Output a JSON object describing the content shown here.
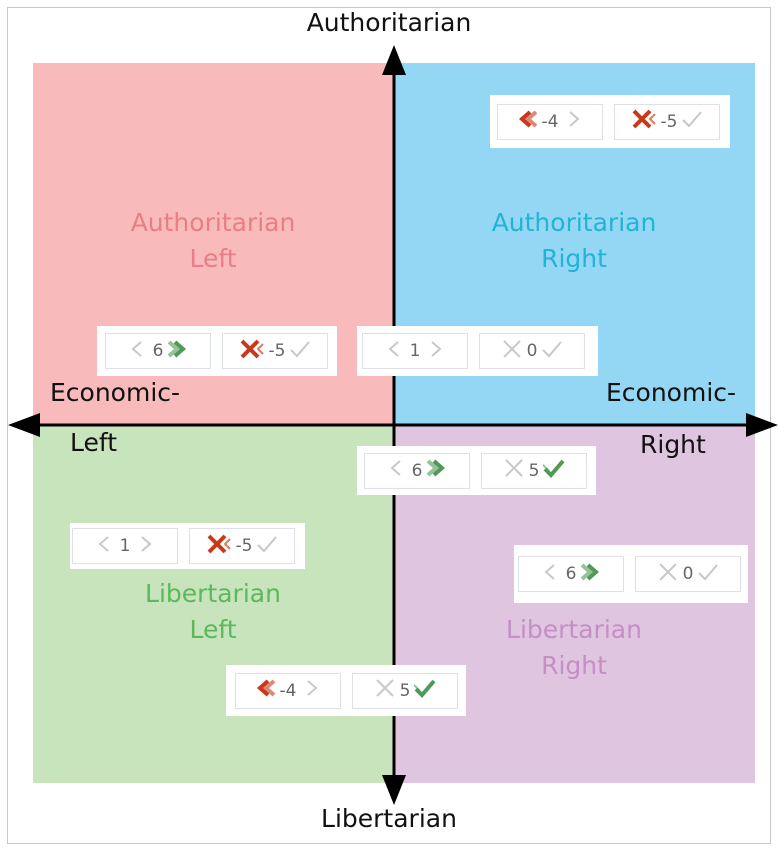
{
  "axes": {
    "top": "Authoritarian",
    "bottom": "Libertarian",
    "left_line1": "Economic-",
    "left_line2": "Left",
    "right_line1": "Economic-",
    "right_line2": "Right"
  },
  "quadrants": [
    {
      "name": "authoritarian-left",
      "line1": "Authoritarian",
      "line2": "Left",
      "bg": "#f8baba",
      "fg": "#e87e86"
    },
    {
      "name": "authoritarian-right",
      "line1": "Authoritarian",
      "line2": "Right",
      "bg": "#93d7f5",
      "fg": "#22b3d5"
    },
    {
      "name": "libertarian-left",
      "line1": "Libertarian",
      "line2": "Left",
      "bg": "#c8e4bc",
      "fg": "#5cb85c"
    },
    {
      "name": "libertarian-right",
      "line1": "Libertarian",
      "line2": "Right",
      "bg": "#e0c5e0",
      "fg": "#c58ec5"
    }
  ],
  "widgets": [
    {
      "score": "-4",
      "score_state": "left",
      "vote": "-5",
      "vote_state": "down"
    },
    {
      "score": "6",
      "score_state": "right",
      "vote": "-5",
      "vote_state": "down"
    },
    {
      "score": "1",
      "score_state": "none",
      "vote": "0",
      "vote_state": "none"
    },
    {
      "score": "6",
      "score_state": "right",
      "vote": "5",
      "vote_state": "up"
    },
    {
      "score": "1",
      "score_state": "none",
      "vote": "-5",
      "vote_state": "down"
    },
    {
      "score": "6",
      "score_state": "right",
      "vote": "0",
      "vote_state": "none"
    },
    {
      "score": "-4",
      "score_state": "left",
      "vote": "5",
      "vote_state": "up"
    }
  ],
  "colors": {
    "red": "#c8381a",
    "green": "#4f9a57",
    "grey": "#c8c8c8"
  }
}
